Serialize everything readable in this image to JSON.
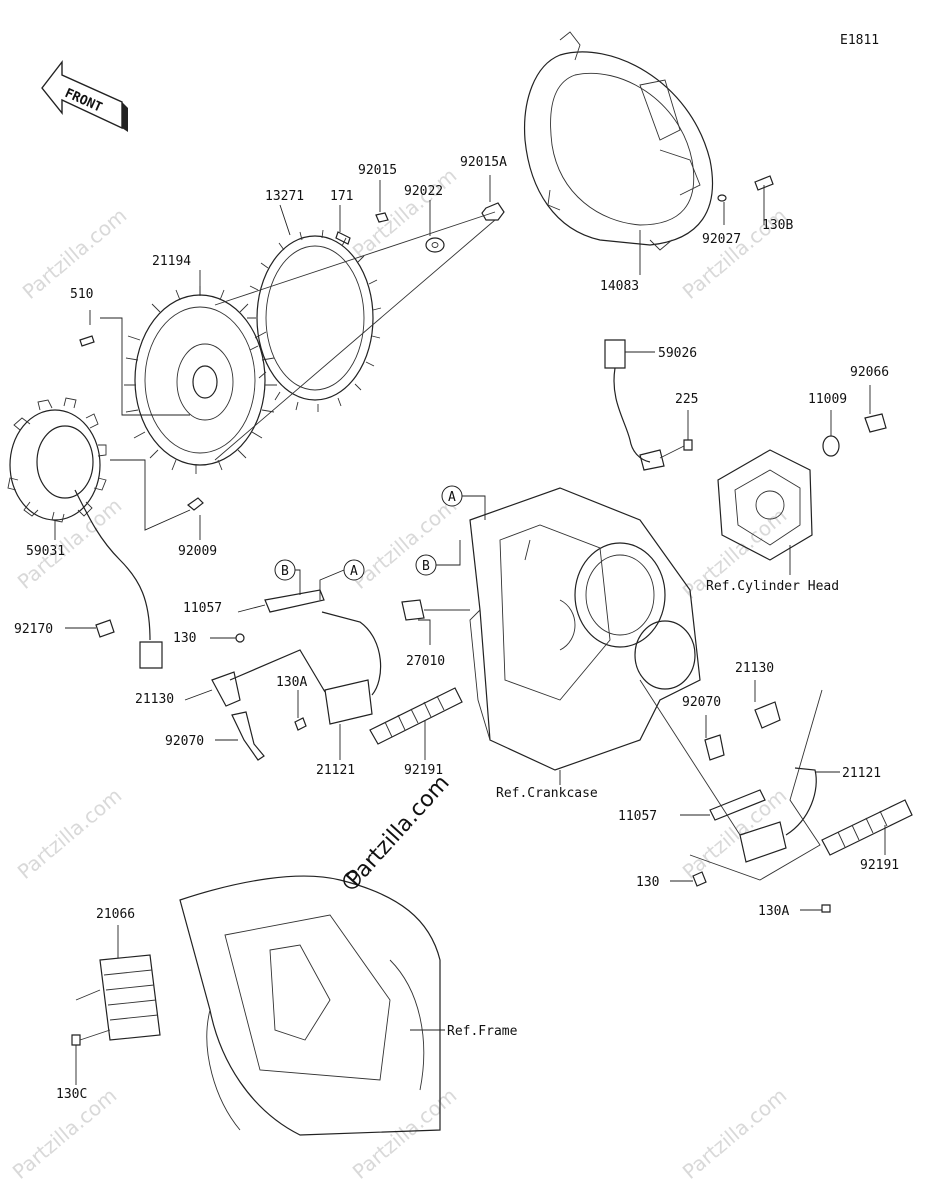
{
  "diagram_id": "E1811",
  "front_label": "FRONT",
  "watermark": "Partzilla.com",
  "watermark_center": "Partzilla.com",
  "part_labels": {
    "p13271": "13271",
    "p171": "171",
    "p92015": "92015",
    "p92022": "92022",
    "p92015A": "92015A",
    "p14083": "14083",
    "p92027": "92027",
    "p130B": "130B",
    "p21194": "21194",
    "p510": "510",
    "p59031": "59031",
    "p92009": "92009",
    "p92170": "92170",
    "p59026": "59026",
    "p225": "225",
    "p11009": "11009",
    "p92066": "92066",
    "p11057a": "11057",
    "p130a": "130",
    "p21130a": "21130",
    "p92070a": "92070",
    "p130A1": "130A",
    "p21121a": "21121",
    "p27010": "27010",
    "p92191a": "92191",
    "p21130b": "21130",
    "p92070b": "92070",
    "p21121b": "21121",
    "p11057b": "11057",
    "p92191b": "92191",
    "p130b": "130",
    "p130A2": "130A",
    "p21066": "21066",
    "p130C": "130C"
  },
  "callouts": {
    "A": "A",
    "B": "B"
  },
  "references": {
    "cylinder_head": "Ref.Cylinder Head",
    "crankcase": "Ref.Crankcase",
    "frame": "Ref.Frame"
  }
}
